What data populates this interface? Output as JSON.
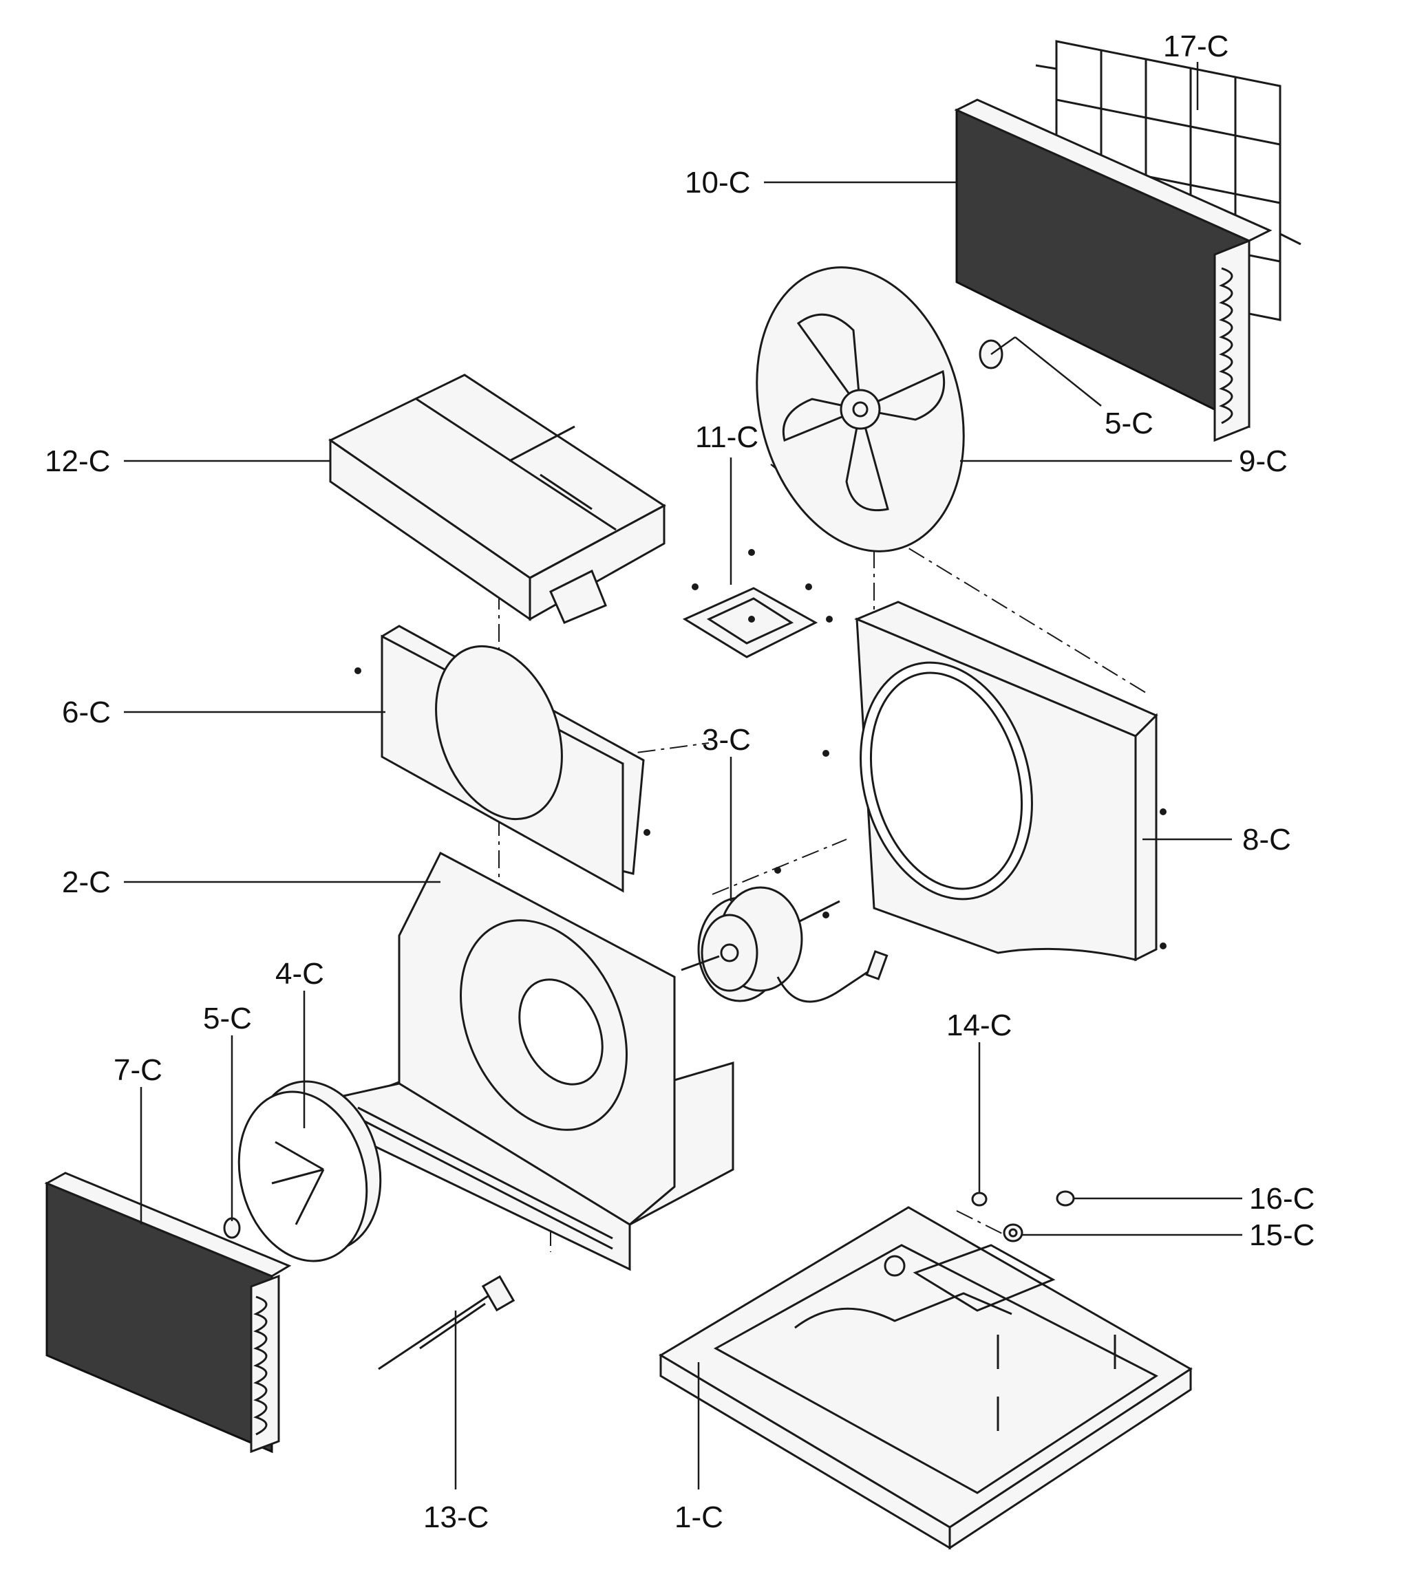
{
  "diagram": {
    "labels": {
      "c17": "17-C",
      "c10": "10-C",
      "c5_top": "5-C",
      "c9": "9-C",
      "c11": "11-C",
      "c12": "12-C",
      "c6": "6-C",
      "c3": "3-C",
      "c8": "8-C",
      "c2": "2-C",
      "c4": "4-C",
      "c5_bottom": "5-C",
      "c7": "7-C",
      "c14": "14-C",
      "c16": "16-C",
      "c15": "15-C",
      "c13": "13-C",
      "c1": "1-C"
    }
  }
}
